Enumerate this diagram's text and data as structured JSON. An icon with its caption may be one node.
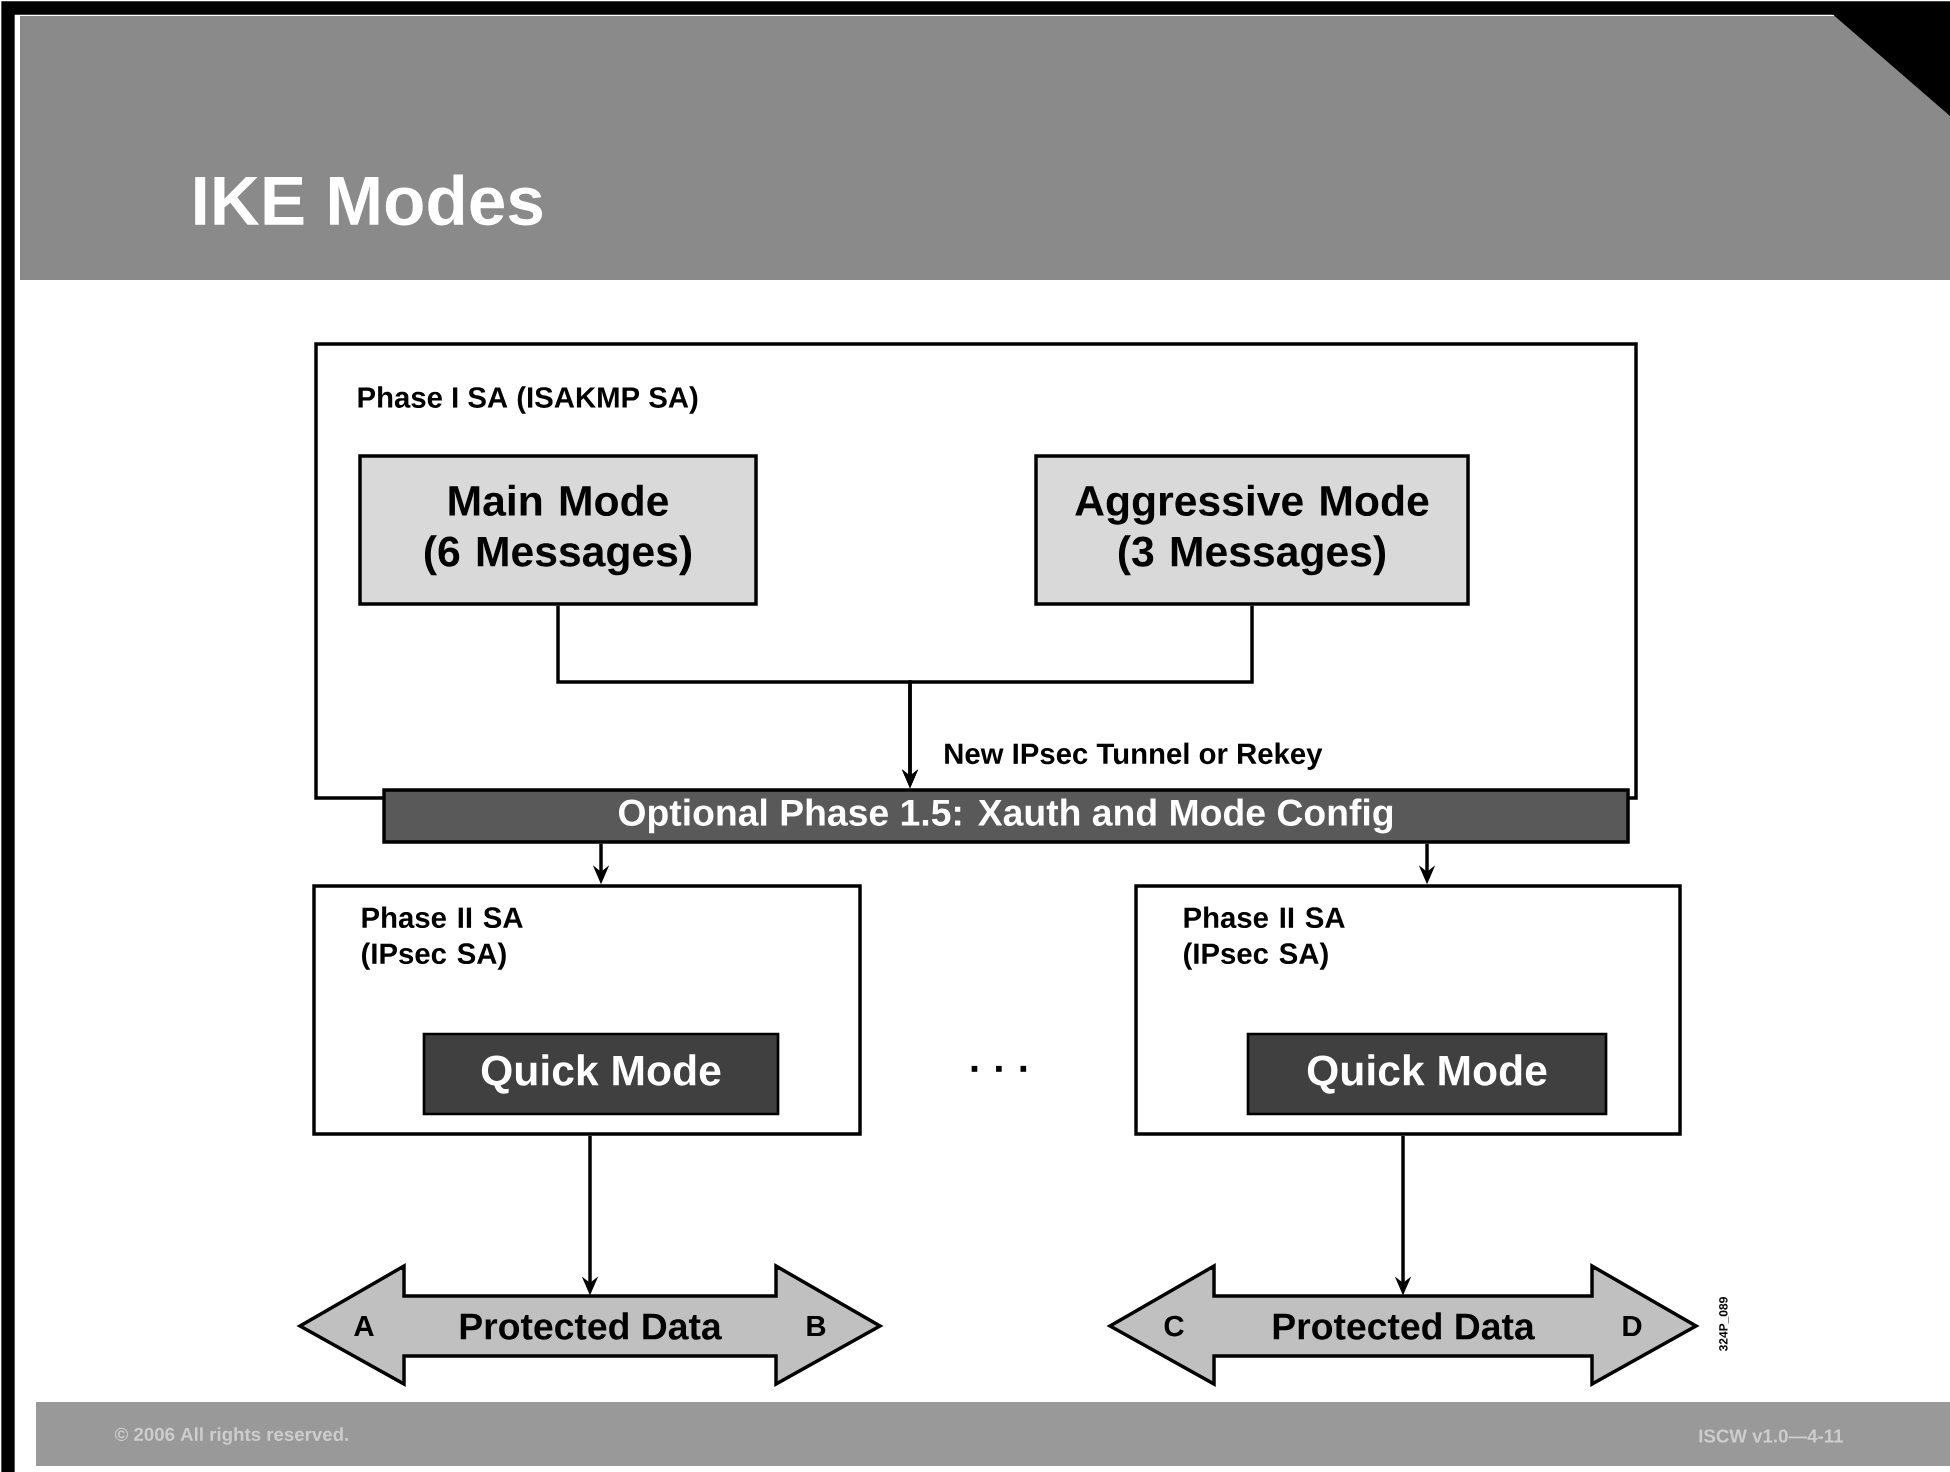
{
  "diagram": {
    "title": "IKE Modes",
    "nodes": [
      {
        "text": [
          "Phase I SA (ISAKMP SA)"
        ]
      },
      {
        "text": [
          "Main Mode (6 Messages)"
        ],
        "in": 0
      },
      {
        "text": [
          "Aggressive Mode (3 Messages)"
        ],
        "in": 0
      },
      {
        "text": [
          "Optional Phase 1.5: Xauth and Mode Config"
        ]
      },
      {
        "text": [
          "Phase II SA (IPsec SA)"
        ]
      },
      {
        "text": [
          "Quick Mode"
        ],
        "in": 4
      },
      {
        "text": [
          "Phase II SA (IPsec SA)"
        ]
      },
      {
        "text": [
          "Quick Mode"
        ],
        "in": 6
      },
      {
        "text": [
          "A",
          "Protected Data",
          "B"
        ]
      },
      {
        "text": [
          "C",
          "Protected Data",
          "D"
        ]
      }
    ],
    "edges": [
      {
        "from": 1,
        "to": 3,
        "arrow": "to",
        "label": "New IPsec Tunnel or Rekey"
      },
      {
        "from": 2,
        "to": 3,
        "arrow": "to"
      },
      {
        "from": 3,
        "to": 4,
        "arrow": "to"
      },
      {
        "from": 3,
        "to": 6,
        "arrow": "to"
      },
      {
        "from": 4,
        "to": 8,
        "arrow": "to"
      },
      {
        "from": 6,
        "to": 9,
        "arrow": "to"
      }
    ],
    "labels": [
      "· · ·",
      "324P_089",
      "© 2006 All rights reserved.",
      "ISCW v1.0—4-11"
    ]
  }
}
